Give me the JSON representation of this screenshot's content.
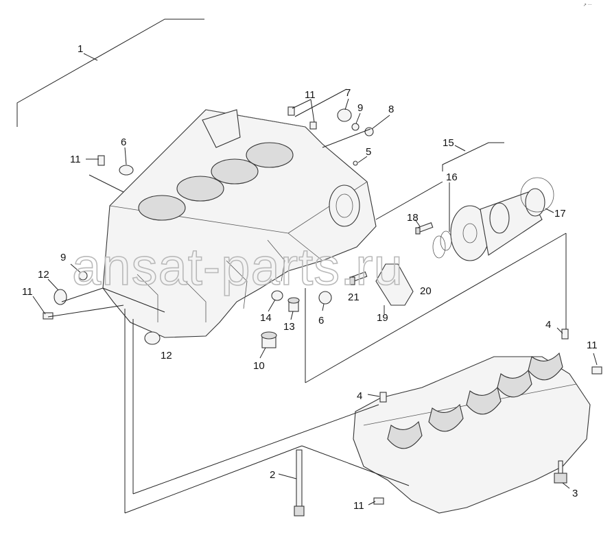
{
  "watermark": "ansat-parts.ru",
  "corner_mark": "↗ ···",
  "callouts": [
    {
      "id": "c1",
      "text": "1"
    },
    {
      "id": "c2",
      "text": "2"
    },
    {
      "id": "c3",
      "text": "3"
    },
    {
      "id": "c4a",
      "text": "4"
    },
    {
      "id": "c4b",
      "text": "4"
    },
    {
      "id": "c5",
      "text": "5"
    },
    {
      "id": "c6a",
      "text": "6"
    },
    {
      "id": "c6b",
      "text": "6"
    },
    {
      "id": "c7",
      "text": "7"
    },
    {
      "id": "c8",
      "text": "8"
    },
    {
      "id": "c9a",
      "text": "9"
    },
    {
      "id": "c9b",
      "text": "9"
    },
    {
      "id": "c10",
      "text": "10"
    },
    {
      "id": "c11a",
      "text": "11"
    },
    {
      "id": "c11b",
      "text": "11"
    },
    {
      "id": "c11c",
      "text": "11"
    },
    {
      "id": "c11d",
      "text": "11"
    },
    {
      "id": "c11e",
      "text": "11"
    },
    {
      "id": "c12a",
      "text": "12"
    },
    {
      "id": "c12b",
      "text": "12"
    },
    {
      "id": "c13",
      "text": "13"
    },
    {
      "id": "c14",
      "text": "14"
    },
    {
      "id": "c15",
      "text": "15"
    },
    {
      "id": "c16",
      "text": "16"
    },
    {
      "id": "c17",
      "text": "17"
    },
    {
      "id": "c18",
      "text": "18"
    },
    {
      "id": "c19",
      "text": "19"
    },
    {
      "id": "c20",
      "text": "20"
    },
    {
      "id": "c21",
      "text": "21"
    }
  ]
}
